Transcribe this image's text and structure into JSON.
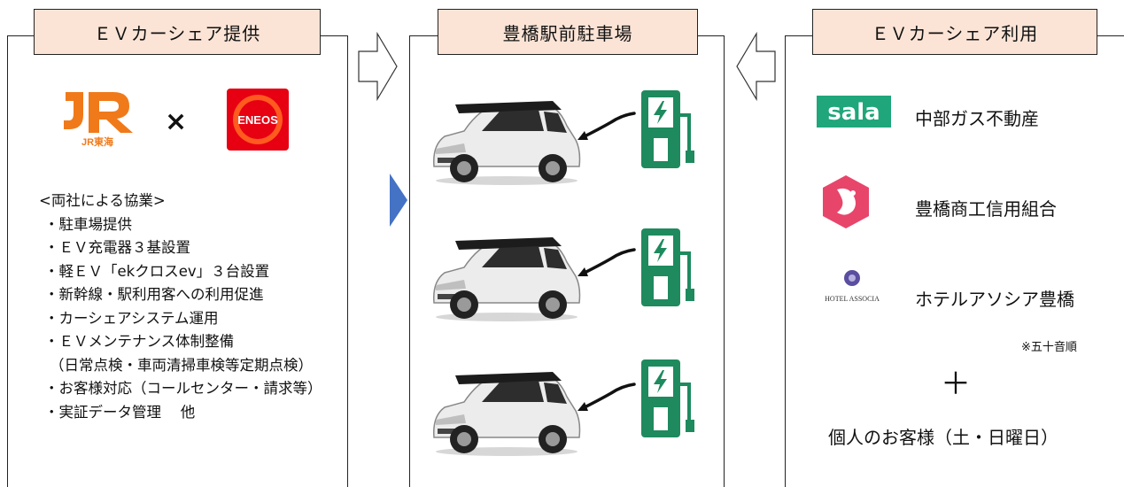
{
  "headers": {
    "left": "ＥＶカーシェア提供",
    "middle": "豊橋駅前駐車場",
    "right": "ＥＶカーシェア利用"
  },
  "partners": {
    "jr_text": "JR東海",
    "times": "×",
    "eneos_text": "ENEOS"
  },
  "collaboration": {
    "title": "<両社による協業>",
    "items": [
      "・駐車場提供",
      "・ＥＶ充電器３基設置",
      "・軽ＥＶ「ekクロスev」３台設置",
      "・新幹線・駅利用客への利用促進",
      "・カーシェアシステム運用",
      "・ＥＶメンテナンス体制整備",
      "（日常点検・車両清掃車検等定期点検）",
      "・お客様対応（コールセンター・請求等）",
      "・実証データ管理　 他"
    ]
  },
  "users": {
    "orgs": [
      {
        "logo_text": "sala",
        "name": "中部ガス不動産"
      },
      {
        "logo_text": "",
        "name": "豊橋商工信用組合"
      },
      {
        "logo_text": "HOTEL ASSOCIA",
        "name": "ホテルアソシア豊橋"
      }
    ],
    "note": "※五十音順",
    "plus": "＋",
    "individual": "個人のお客様（土・日曜日）"
  },
  "colors": {
    "header_fill": "#fbe4d6",
    "jr_orange": "#f07a1a",
    "eneos_red": "#e60012",
    "sala_green": "#1fa67a",
    "shinkin_pink": "#e8456b",
    "charger_green": "#1e8a5e",
    "arrow_blue": "#4472c4"
  }
}
